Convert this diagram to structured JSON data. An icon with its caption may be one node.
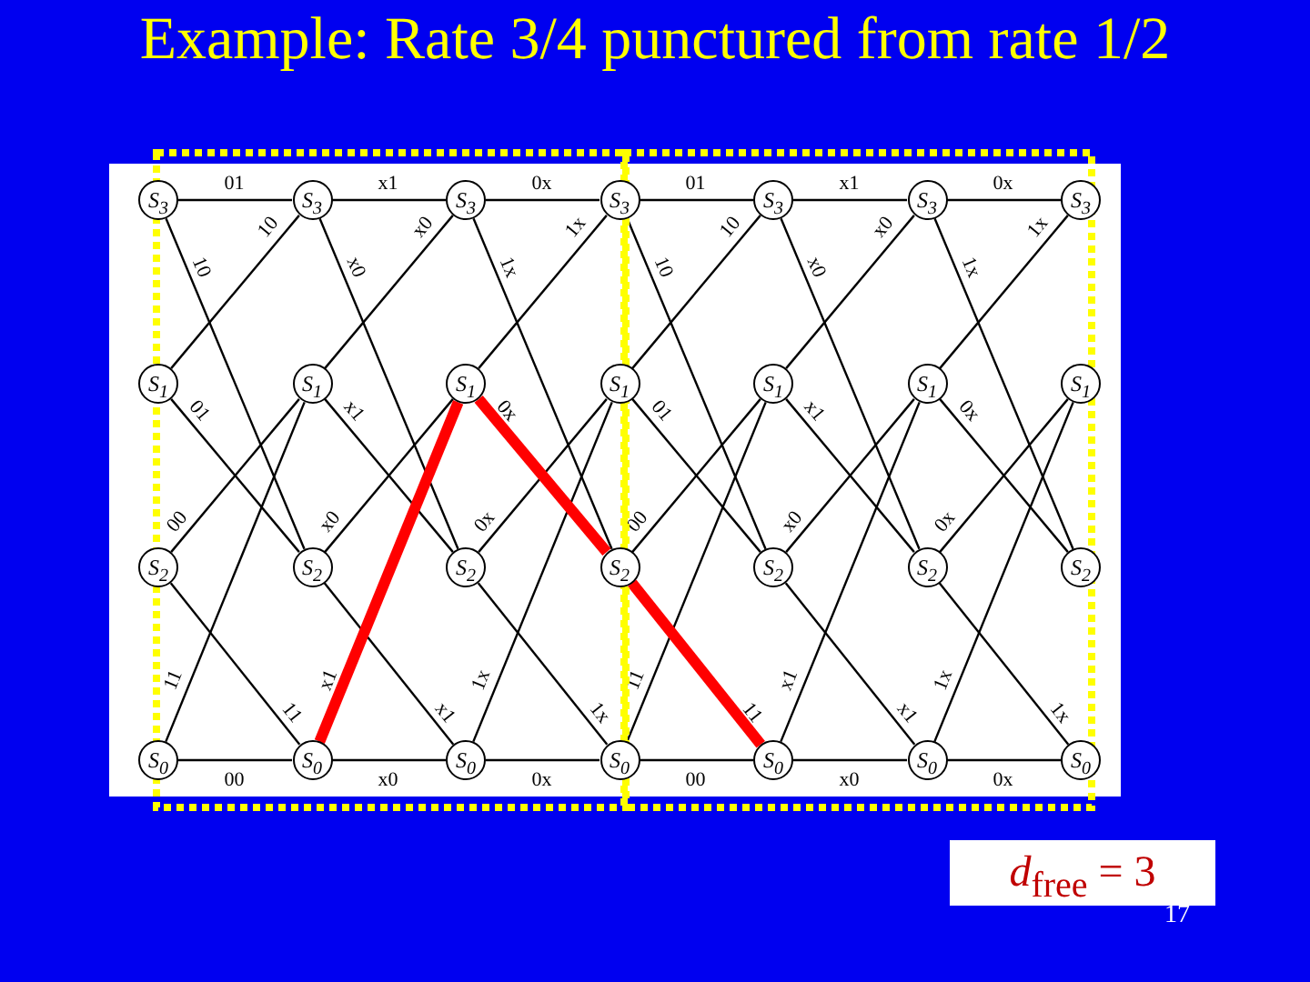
{
  "diagram": {
    "title": "Example: Rate 3/4 punctured from rate 1/2",
    "nodes": [
      {
        "text": [
          "S$_{3}$"
        ]
      },
      {
        "text": [
          "S$_{3}$"
        ]
      },
      {
        "text": [
          "S$_{3}$"
        ]
      },
      {
        "text": [
          "S$_{3}$"
        ]
      },
      {
        "text": [
          "S$_{3}$"
        ]
      },
      {
        "text": [
          "S$_{3}$"
        ]
      },
      {
        "text": [
          "S$_{3}$"
        ]
      },
      {
        "text": [
          "S$_{1}$"
        ]
      },
      {
        "text": [
          "S$_{1}$"
        ]
      },
      {
        "text": [
          "S$_{1}$"
        ]
      },
      {
        "text": [
          "S$_{1}$"
        ]
      },
      {
        "text": [
          "S$_{1}$"
        ]
      },
      {
        "text": [
          "S$_{1}$"
        ]
      },
      {
        "text": [
          "S$_{1}$"
        ]
      },
      {
        "text": [
          "S$_{2}$"
        ]
      },
      {
        "text": [
          "S$_{2}$"
        ]
      },
      {
        "text": [
          "S$_{2}$"
        ]
      },
      {
        "text": [
          "S$_{2}$"
        ]
      },
      {
        "text": [
          "S$_{2}$"
        ]
      },
      {
        "text": [
          "S$_{2}$"
        ]
      },
      {
        "text": [
          "S$_{2}$"
        ]
      },
      {
        "text": [
          "S$_{0}$"
        ]
      },
      {
        "text": [
          "S$_{0}$"
        ]
      },
      {
        "text": [
          "S$_{0}$"
        ]
      },
      {
        "text": [
          "S$_{0}$"
        ]
      },
      {
        "text": [
          "S$_{0}$"
        ]
      },
      {
        "text": [
          "S$_{0}$"
        ]
      },
      {
        "text": [
          "S$_{0}$"
        ]
      }
    ],
    "edges": [
      {
        "from": 0,
        "to": 1,
        "arrow": "none",
        "label": "01"
      },
      {
        "from": 0,
        "to": 15,
        "arrow": "none",
        "label": "10"
      },
      {
        "from": 7,
        "to": 1,
        "arrow": "none",
        "label": "10"
      },
      {
        "from": 7,
        "to": 15,
        "arrow": "none",
        "label": "01"
      },
      {
        "from": 14,
        "to": 8,
        "arrow": "none",
        "label": "00"
      },
      {
        "from": 14,
        "to": 22,
        "arrow": "none",
        "label": "11"
      },
      {
        "from": 21,
        "to": 8,
        "arrow": "none",
        "label": "11"
      },
      {
        "from": 21,
        "to": 22,
        "arrow": "none",
        "label": "00"
      },
      {
        "from": 1,
        "to": 2,
        "arrow": "none",
        "label": "x1"
      },
      {
        "from": 1,
        "to": 16,
        "arrow": "none",
        "label": "x0"
      },
      {
        "from": 8,
        "to": 2,
        "arrow": "none",
        "label": "x0"
      },
      {
        "from": 8,
        "to": 16,
        "arrow": "none",
        "label": "x1"
      },
      {
        "from": 15,
        "to": 9,
        "arrow": "none",
        "label": "x0"
      },
      {
        "from": 15,
        "to": 23,
        "arrow": "none",
        "label": "x1"
      },
      {
        "from": 22,
        "to": 9,
        "arrow": "none",
        "label": "x1",
        "style": "thick",
        "color": "#ff0000"
      },
      {
        "from": 22,
        "to": 23,
        "arrow": "none",
        "label": "x0"
      },
      {
        "from": 2,
        "to": 3,
        "arrow": "none",
        "label": "0x"
      },
      {
        "from": 2,
        "to": 17,
        "arrow": "none",
        "label": "1x"
      },
      {
        "from": 9,
        "to": 3,
        "arrow": "none",
        "label": "1x"
      },
      {
        "from": 9,
        "to": 17,
        "arrow": "none",
        "label": "0x",
        "style": "thick",
        "color": "#ff0000"
      },
      {
        "from": 16,
        "to": 10,
        "arrow": "none",
        "label": "0x"
      },
      {
        "from": 16,
        "to": 24,
        "arrow": "none",
        "label": "1x"
      },
      {
        "from": 23,
        "to": 10,
        "arrow": "none",
        "label": "1x"
      },
      {
        "from": 23,
        "to": 24,
        "arrow": "none",
        "label": "0x"
      },
      {
        "from": 3,
        "to": 4,
        "arrow": "none",
        "label": "01"
      },
      {
        "from": 3,
        "to": 18,
        "arrow": "none",
        "label": "10"
      },
      {
        "from": 10,
        "to": 4,
        "arrow": "none",
        "label": "10"
      },
      {
        "from": 10,
        "to": 18,
        "arrow": "none",
        "label": "01"
      },
      {
        "from": 17,
        "to": 11,
        "arrow": "none",
        "label": "00"
      },
      {
        "from": 17,
        "to": 25,
        "arrow": "none",
        "label": "11",
        "style": "thick",
        "color": "#ff0000"
      },
      {
        "from": 24,
        "to": 11,
        "arrow": "none",
        "label": "11"
      },
      {
        "from": 24,
        "to": 25,
        "arrow": "none",
        "label": "00"
      },
      {
        "from": 4,
        "to": 5,
        "arrow": "none",
        "label": "x1"
      },
      {
        "from": 4,
        "to": 19,
        "arrow": "none",
        "label": "x0"
      },
      {
        "from": 11,
        "to": 5,
        "arrow": "none",
        "label": "x0"
      },
      {
        "from": 11,
        "to": 19,
        "arrow": "none",
        "label": "x1"
      },
      {
        "from": 18,
        "to": 12,
        "arrow": "none",
        "label": "x0"
      },
      {
        "from": 18,
        "to": 26,
        "arrow": "none",
        "label": "x1"
      },
      {
        "from": 25,
        "to": 12,
        "arrow": "none",
        "label": "x1"
      },
      {
        "from": 25,
        "to": 26,
        "arrow": "none",
        "label": "x0"
      },
      {
        "from": 5,
        "to": 6,
        "arrow": "none",
        "label": "0x"
      },
      {
        "from": 5,
        "to": 20,
        "arrow": "none",
        "label": "1x"
      },
      {
        "from": 12,
        "to": 6,
        "arrow": "none",
        "label": "1x"
      },
      {
        "from": 12,
        "to": 20,
        "arrow": "none",
        "label": "0x"
      },
      {
        "from": 19,
        "to": 13,
        "arrow": "none",
        "label": "0x"
      },
      {
        "from": 19,
        "to": 27,
        "arrow": "none",
        "label": "1x"
      },
      {
        "from": 26,
        "to": 13,
        "arrow": "none",
        "label": "1x"
      },
      {
        "from": 26,
        "to": 27,
        "arrow": "none",
        "label": "0x"
      }
    ],
    "labels": [
      "*d*$_{free}$ = 3",
      "17"
    ]
  }
}
